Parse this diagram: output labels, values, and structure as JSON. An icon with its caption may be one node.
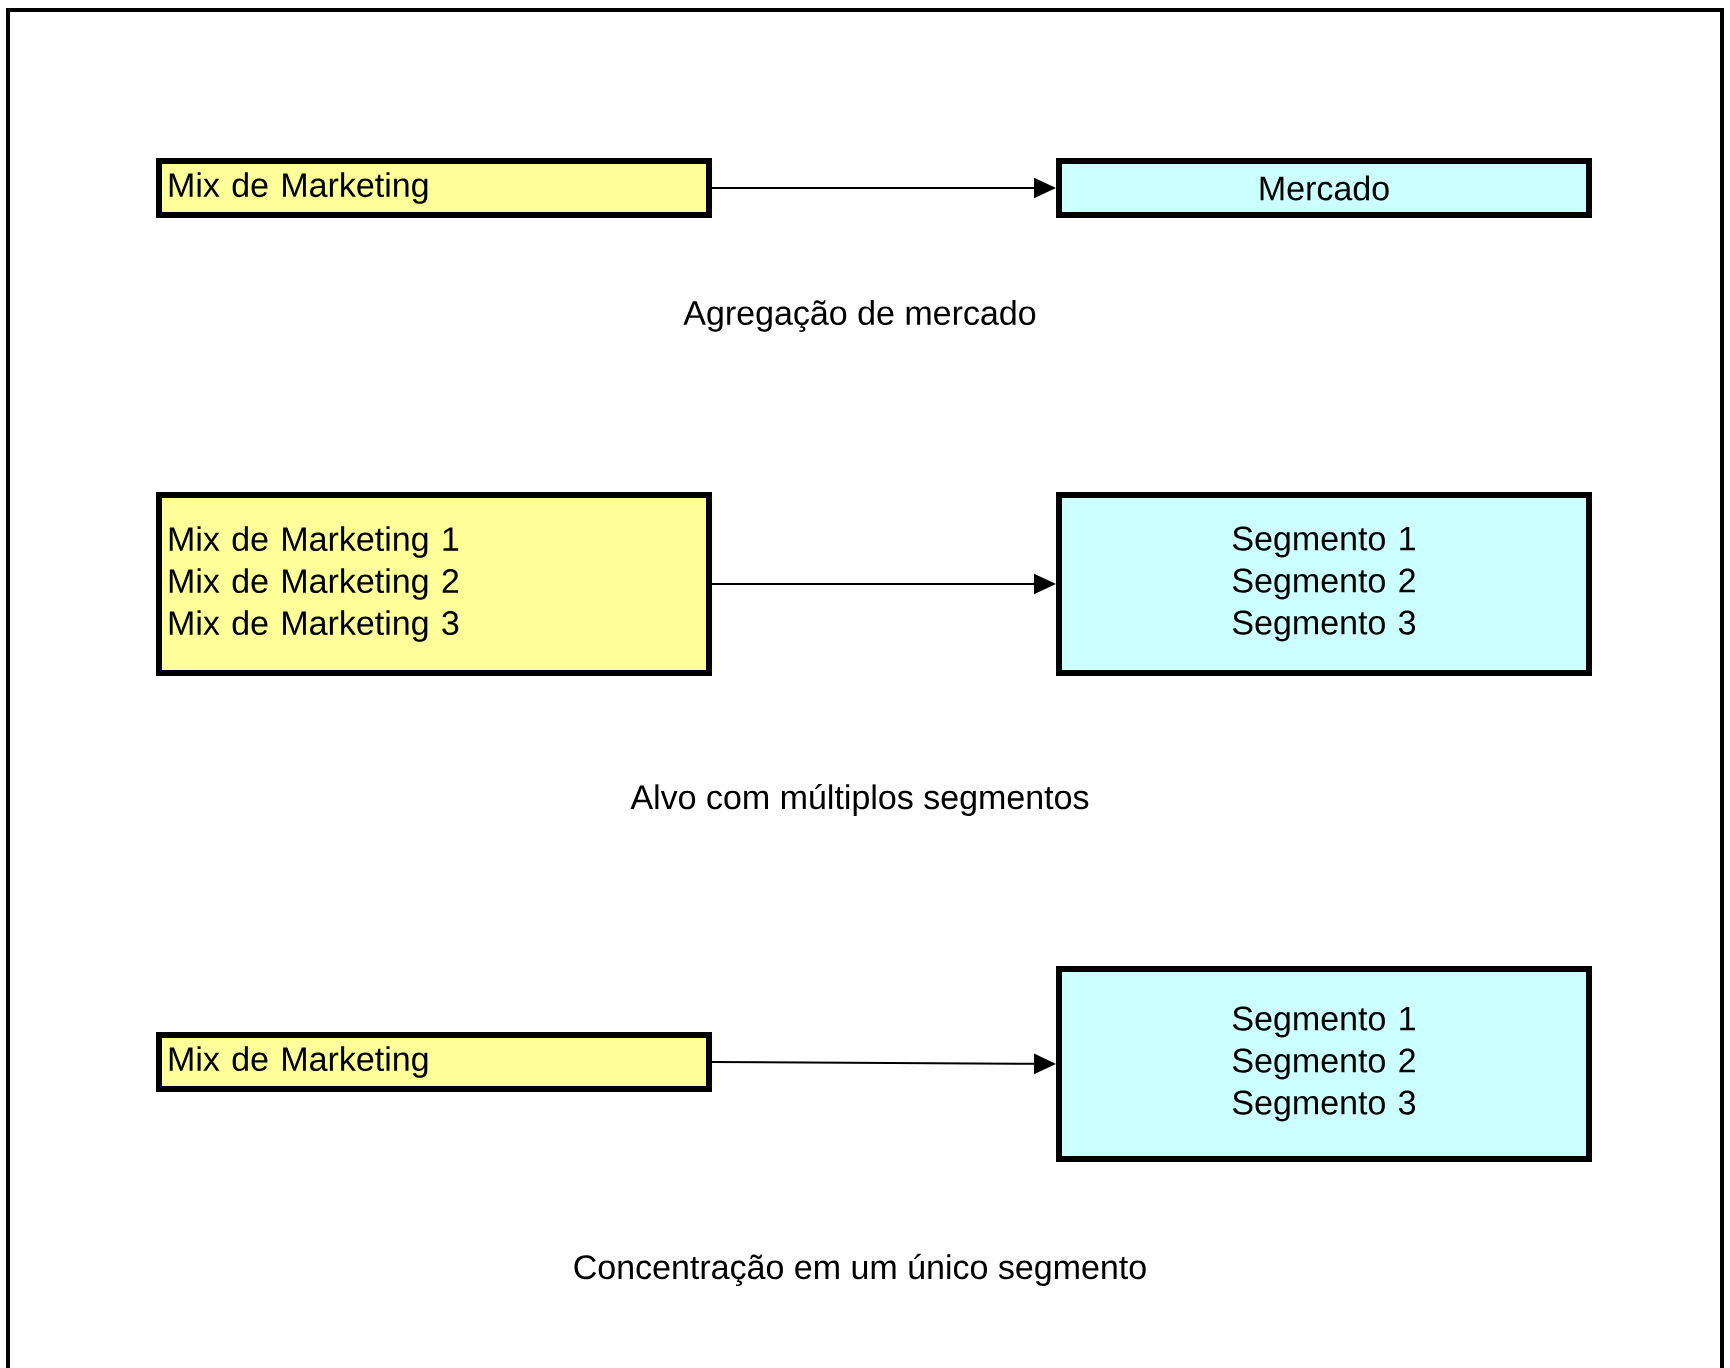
{
  "diagram": {
    "nodes": [
      {
        "text": [
          "Mix de Marketing"
        ]
      },
      {
        "text": [
          "Mercado"
        ]
      },
      {
        "text": [
          "Mix de Marketing 1",
          "Mix de Marketing 2",
          "Mix de Marketing 3"
        ]
      },
      {
        "text": [
          "Segmento 1",
          "Segmento 2",
          "Segmento 3"
        ]
      },
      {
        "text": [
          "Mix de Marketing"
        ]
      },
      {
        "text": [
          "Segmento 1",
          "Segmento 2",
          "Segmento 3"
        ]
      }
    ],
    "edges": [
      {
        "from": 0,
        "to": 1,
        "arrow": "to"
      },
      {
        "from": 2,
        "to": 3,
        "arrow": "to"
      },
      {
        "from": 4,
        "to": 5,
        "arrow": "to"
      }
    ],
    "labels": [
      "Agregação de mercado",
      "Alvo com múltiplos segmentos",
      "Concentração em um único segmento"
    ]
  }
}
